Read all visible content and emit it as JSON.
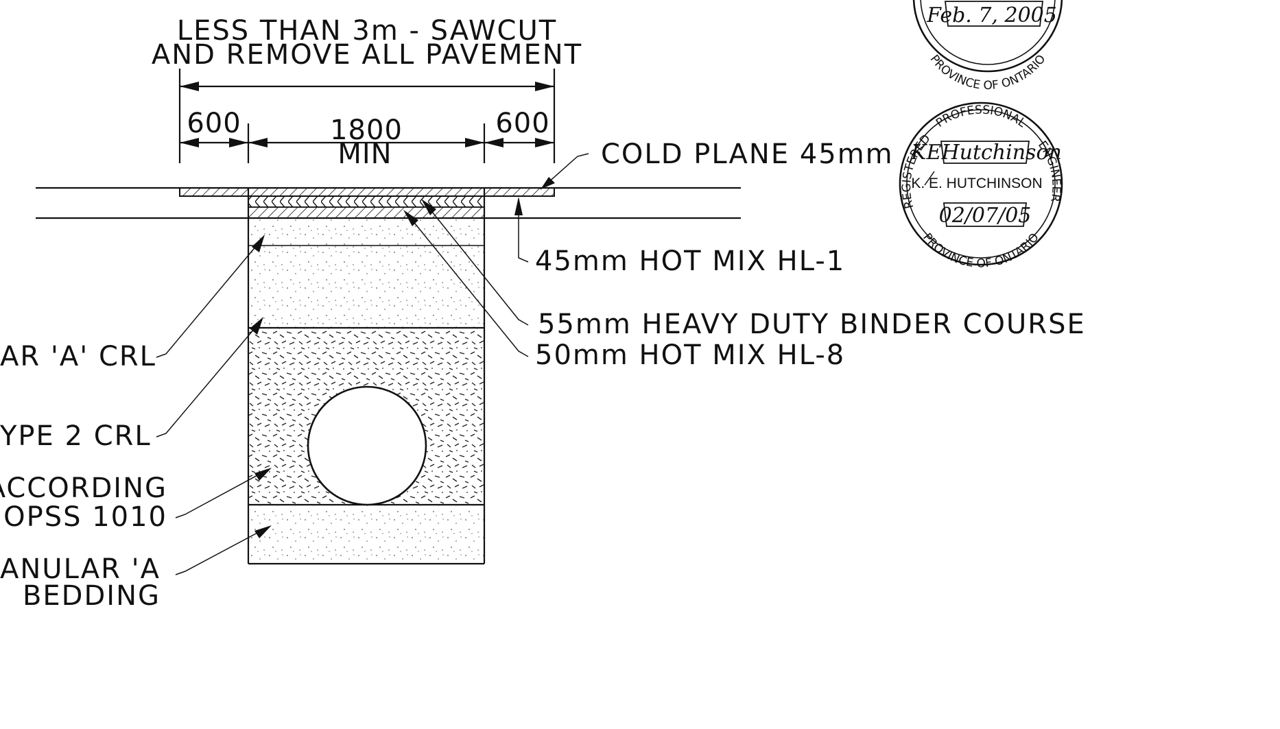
{
  "header": {
    "line1": "LESS THAN 3m - SAWCUT",
    "line2": "AND REMOVE ALL PAVEMENT"
  },
  "dimensions": {
    "left": "600",
    "center": "1800",
    "center_sub": "MIN",
    "right": "600"
  },
  "callouts": {
    "cold_plane": "COLD PLANE 45mm",
    "hot_mix_hl1": "45mm HOT MIX HL-1",
    "binder_course": "55mm HEAVY DUTY BINDER COURSE",
    "hot_mix_hl8": "50mm HOT MIX HL-8",
    "granular_a": "AR 'A' CRL",
    "type_2": "YPE 2 CRL",
    "backfill_1": "L ACCORDING",
    "backfill_2": "OPSS 1010",
    "bedding_1": "RANULAR 'A",
    "bedding_2": "BEDDING"
  },
  "stamps": {
    "top": {
      "date": "Feb. 7, 2005",
      "bottom_text": "PROVINCE OF ONTARIO"
    },
    "engineer": {
      "arc_top": "PROFESSIONAL",
      "arc_left": "REGISTERED",
      "arc_right": "ENGINEER",
      "name": "K. E. HUTCHINSON",
      "signature": "KEHutchinson",
      "date": "02/07/05",
      "bottom_text": "PROVINCE OF ONTARIO"
    }
  }
}
